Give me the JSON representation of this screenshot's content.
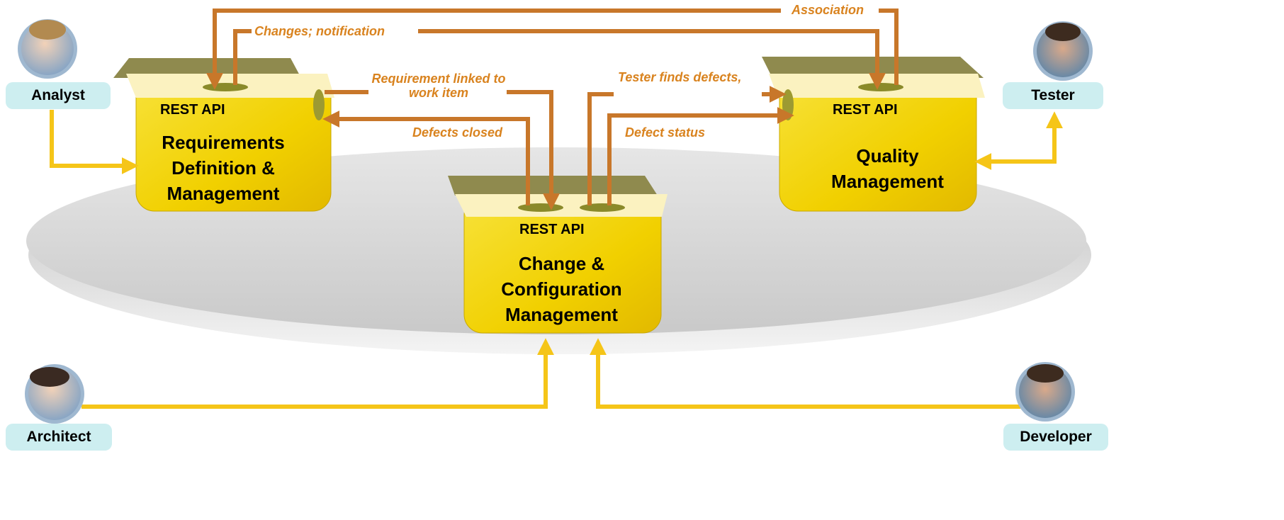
{
  "colors": {
    "arrow_orange": "#c8772a",
    "arrow_yellow": "#f5c518",
    "box_yellow": "#f2d400",
    "box_olive": "#8f8a4e",
    "flow_label": "#d9831f",
    "role_badge": "#cdeef0",
    "platform_gray": "#d4d4d4"
  },
  "roles": {
    "analyst": "Analyst",
    "tester": "Tester",
    "architect": "Architect",
    "developer": "Developer"
  },
  "components": {
    "requirements": {
      "api": "REST API",
      "title": "Requirements Definition & Management"
    },
    "quality": {
      "api": "REST API",
      "title": "Quality Management"
    },
    "change": {
      "api": "REST API",
      "title": "Change & Configuration Management"
    }
  },
  "flows": {
    "association": "Association",
    "changes_notification": "Changes; notification",
    "requirement_linked": "Requirement linked to work item",
    "defects_closed": "Defects closed",
    "tester_finds_defects": "Tester finds defects,",
    "defect_status": "Defect status"
  }
}
